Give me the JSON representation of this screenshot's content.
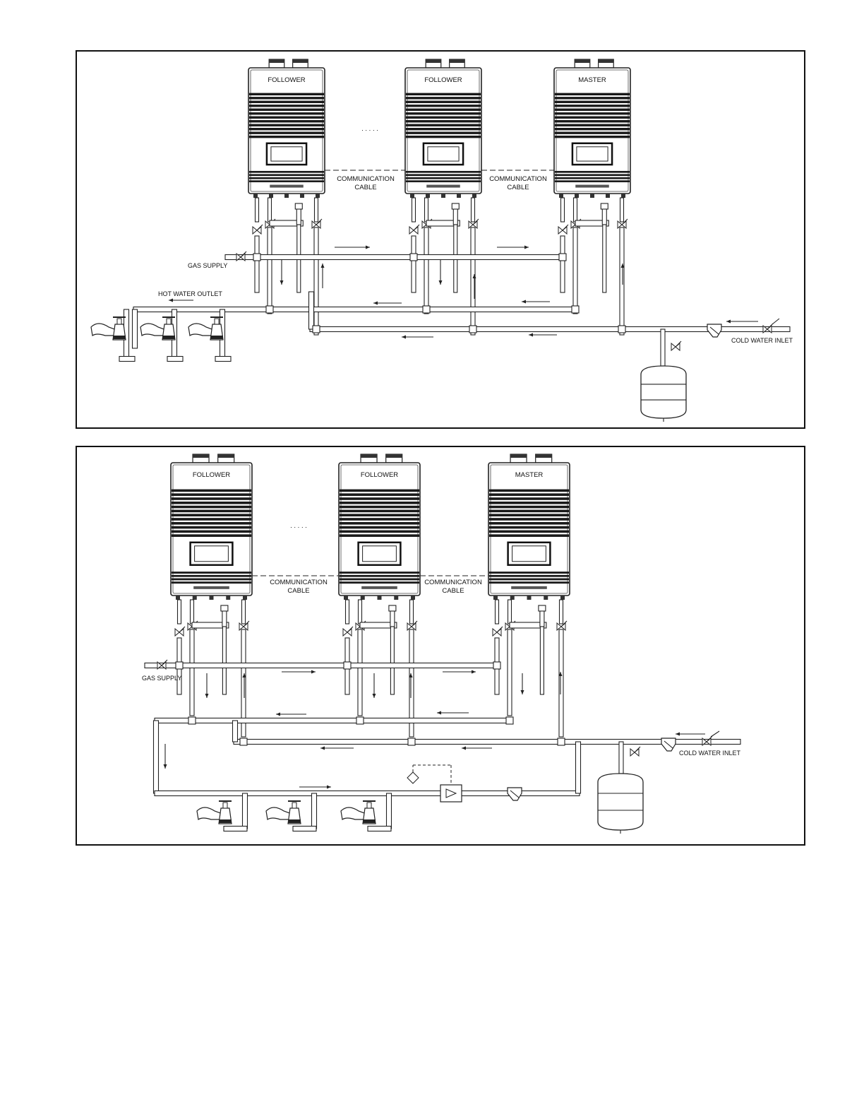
{
  "diagram1": {
    "heaters": [
      {
        "label": "FOLLOWER"
      },
      {
        "label": "FOLLOWER"
      },
      {
        "label": "MASTER"
      }
    ],
    "ellipsis": ". . . . .",
    "cable_labels": [
      {
        "line1": "COMMUNICATION",
        "line2": "CABLE"
      },
      {
        "line1": "COMMUNICATION",
        "line2": "CABLE"
      }
    ],
    "gas_supply": "GAS SUPPLY",
    "hot_water_outlet": "HOT WATER OUTLET",
    "cold_water_inlet": "COLD WATER INLET"
  },
  "diagram2": {
    "heaters": [
      {
        "label": "FOLLOWER"
      },
      {
        "label": "FOLLOWER"
      },
      {
        "label": "MASTER"
      }
    ],
    "ellipsis": ". . . . .",
    "cable_labels": [
      {
        "line1": "COMMUNICATION",
        "line2": "CABLE"
      },
      {
        "line1": "COMMUNICATION",
        "line2": "CABLE"
      }
    ],
    "gas_supply": "GAS SUPPLY",
    "cold_water_inlet": "COLD WATER INLET"
  }
}
